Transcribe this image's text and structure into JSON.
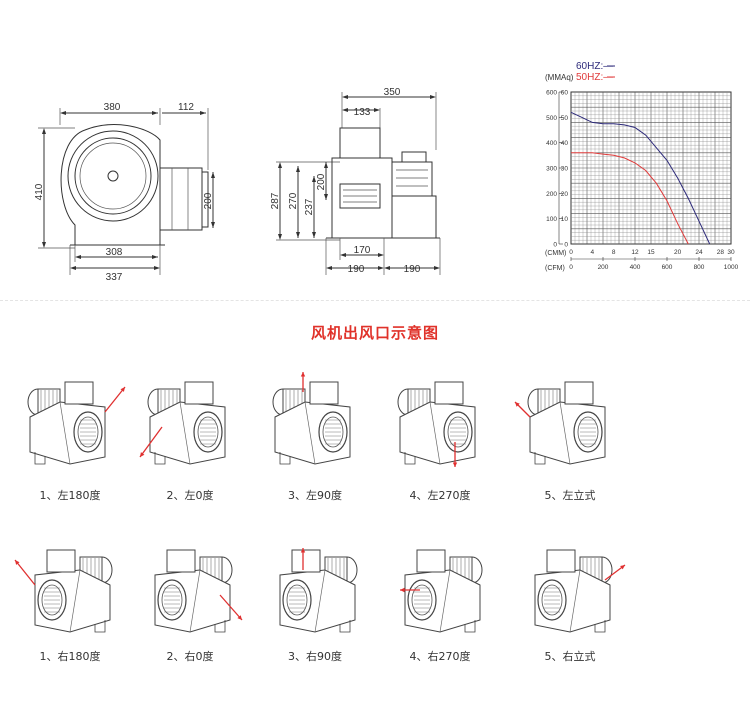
{
  "front_view": {
    "width": "380",
    "outlet_length": "112",
    "height": "410",
    "outlet_height": "200",
    "base_inner": "308",
    "base_outer": "337"
  },
  "side_view": {
    "depth": "350",
    "top_offset": "133",
    "h1": "287",
    "h2": "270",
    "h3": "237",
    "h4": "200",
    "base_a": "170",
    "base_b": "190",
    "base_c": "190"
  },
  "chart_data": {
    "type": "line",
    "series": [
      {
        "name": "60HZ:—",
        "color": "#2d2a7a",
        "x": [
          0,
          2,
          4,
          6,
          8,
          10,
          12,
          14,
          16,
          18,
          20,
          22,
          24,
          26
        ],
        "y": [
          52,
          50,
          48,
          47.5,
          47.5,
          47,
          46,
          43,
          38,
          33,
          26,
          18,
          9,
          0
        ]
      },
      {
        "name": "50HZ:—",
        "color": "#e03a3a",
        "x": [
          0,
          2,
          4,
          6,
          8,
          10,
          12,
          14,
          16,
          18,
          20,
          22
        ],
        "y": [
          36,
          36,
          36,
          35.5,
          35,
          34,
          32,
          29,
          24,
          17,
          8,
          0
        ]
      }
    ],
    "y_left_ticks": [
      "0",
      "100",
      "200",
      "300",
      "400",
      "500",
      "600"
    ],
    "y_right_ticks": [
      "0",
      "10",
      "20",
      "30",
      "40",
      "50",
      "60"
    ],
    "y_left_unit": "(MMAq)",
    "x_cmm_label": "(CMM)",
    "x_cmm_ticks": [
      "0",
      "4",
      "8",
      "12",
      "15",
      "20",
      "24",
      "28",
      "30"
    ],
    "x_cfm_label": "(CFM)",
    "x_cfm_ticks": [
      "0",
      "200",
      "400",
      "600",
      "800",
      "1000"
    ],
    "xlim": [
      0,
      30
    ],
    "ylim": [
      0,
      60
    ],
    "grid": true
  },
  "title": "风机出风口示意图",
  "captions_row1": [
    "1、左180度",
    "2、左0度",
    "3、左90度",
    "4、左270度",
    "5、左立式"
  ],
  "captions_row2": [
    "1、右180度",
    "2、右0度",
    "3、右90度",
    "4、右270度",
    "5、右立式"
  ]
}
